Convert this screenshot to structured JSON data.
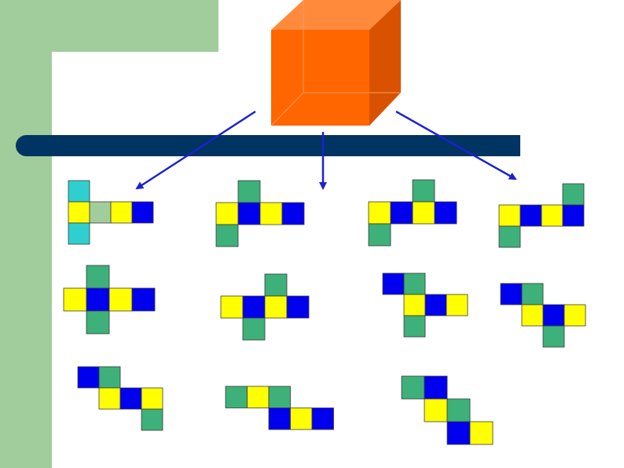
{
  "colors": {
    "green_band": "#a1cd9c",
    "bar": "#003462",
    "arrow": "#1a22cf",
    "cube_front": "#ff6600",
    "cube_top": "#ff8a3c",
    "cube_side": "#d95200",
    "yellow": "#ffff00",
    "blue": "#0000ee",
    "green": "#3eb07a",
    "cyan": "#30cfcf",
    "pale_green": "#a1cd9c"
  },
  "diagram": {
    "subject": "cube",
    "net_count": 11,
    "nets": [
      {
        "name": "net-1",
        "cells": [
          [
            "cyan",
            0,
            0
          ],
          [
            "yellow",
            0,
            1
          ],
          [
            "pale_green",
            1,
            1
          ],
          [
            "yellow",
            2,
            1
          ],
          [
            "blue",
            3,
            1
          ],
          [
            "cyan",
            0,
            2
          ]
        ]
      },
      {
        "name": "net-2",
        "cells": [
          [
            "green",
            1,
            0
          ],
          [
            "yellow",
            0,
            1
          ],
          [
            "blue",
            1,
            1
          ],
          [
            "yellow",
            2,
            1
          ],
          [
            "blue",
            3,
            1
          ],
          [
            "green",
            0,
            2
          ]
        ]
      },
      {
        "name": "net-3",
        "cells": [
          [
            "green",
            2,
            0
          ],
          [
            "yellow",
            0,
            1
          ],
          [
            "blue",
            1,
            1
          ],
          [
            "yellow",
            2,
            1
          ],
          [
            "blue",
            3,
            1
          ],
          [
            "green",
            0,
            2
          ]
        ]
      },
      {
        "name": "net-4",
        "cells": [
          [
            "green",
            3,
            0
          ],
          [
            "yellow",
            0,
            1
          ],
          [
            "blue",
            1,
            1
          ],
          [
            "yellow",
            2,
            1
          ],
          [
            "blue",
            3,
            1
          ],
          [
            "green",
            0,
            2
          ]
        ]
      },
      {
        "name": "net-5",
        "cells": [
          [
            "green",
            1,
            0
          ],
          [
            "yellow",
            0,
            1
          ],
          [
            "blue",
            1,
            1
          ],
          [
            "yellow",
            2,
            1
          ],
          [
            "blue",
            3,
            1
          ],
          [
            "green",
            1,
            2
          ]
        ]
      },
      {
        "name": "net-6",
        "cells": [
          [
            "green",
            2,
            0
          ],
          [
            "yellow",
            0,
            1
          ],
          [
            "blue",
            1,
            1
          ],
          [
            "yellow",
            2,
            1
          ],
          [
            "blue",
            3,
            1
          ],
          [
            "green",
            1,
            2
          ]
        ]
      },
      {
        "name": "net-7",
        "cells": [
          [
            "blue",
            0,
            0
          ],
          [
            "green",
            1,
            0
          ],
          [
            "yellow",
            1,
            1
          ],
          [
            "blue",
            2,
            1
          ],
          [
            "yellow",
            3,
            1
          ],
          [
            "green",
            1,
            2
          ]
        ]
      },
      {
        "name": "net-8",
        "cells": [
          [
            "blue",
            0,
            0
          ],
          [
            "green",
            1,
            0
          ],
          [
            "yellow",
            1,
            1
          ],
          [
            "blue",
            2,
            1
          ],
          [
            "yellow",
            3,
            1
          ],
          [
            "green",
            2,
            2
          ]
        ]
      },
      {
        "name": "net-9",
        "cells": [
          [
            "blue",
            0,
            0
          ],
          [
            "green",
            1,
            0
          ],
          [
            "yellow",
            1,
            1
          ],
          [
            "blue",
            2,
            1
          ],
          [
            "yellow",
            3,
            1
          ],
          [
            "green",
            3,
            2
          ]
        ]
      },
      {
        "name": "net-10",
        "cells": [
          [
            "green",
            0,
            0
          ],
          [
            "yellow",
            1,
            0
          ],
          [
            "green",
            2,
            0
          ],
          [
            "blue",
            2,
            1
          ],
          [
            "yellow",
            3,
            1
          ],
          [
            "blue",
            4,
            1
          ]
        ]
      },
      {
        "name": "net-11",
        "cells": [
          [
            "green",
            0,
            0
          ],
          [
            "blue",
            1,
            0
          ],
          [
            "yellow",
            1,
            1
          ],
          [
            "green",
            2,
            1
          ],
          [
            "blue",
            2,
            2
          ],
          [
            "yellow",
            3,
            2
          ]
        ]
      }
    ]
  }
}
